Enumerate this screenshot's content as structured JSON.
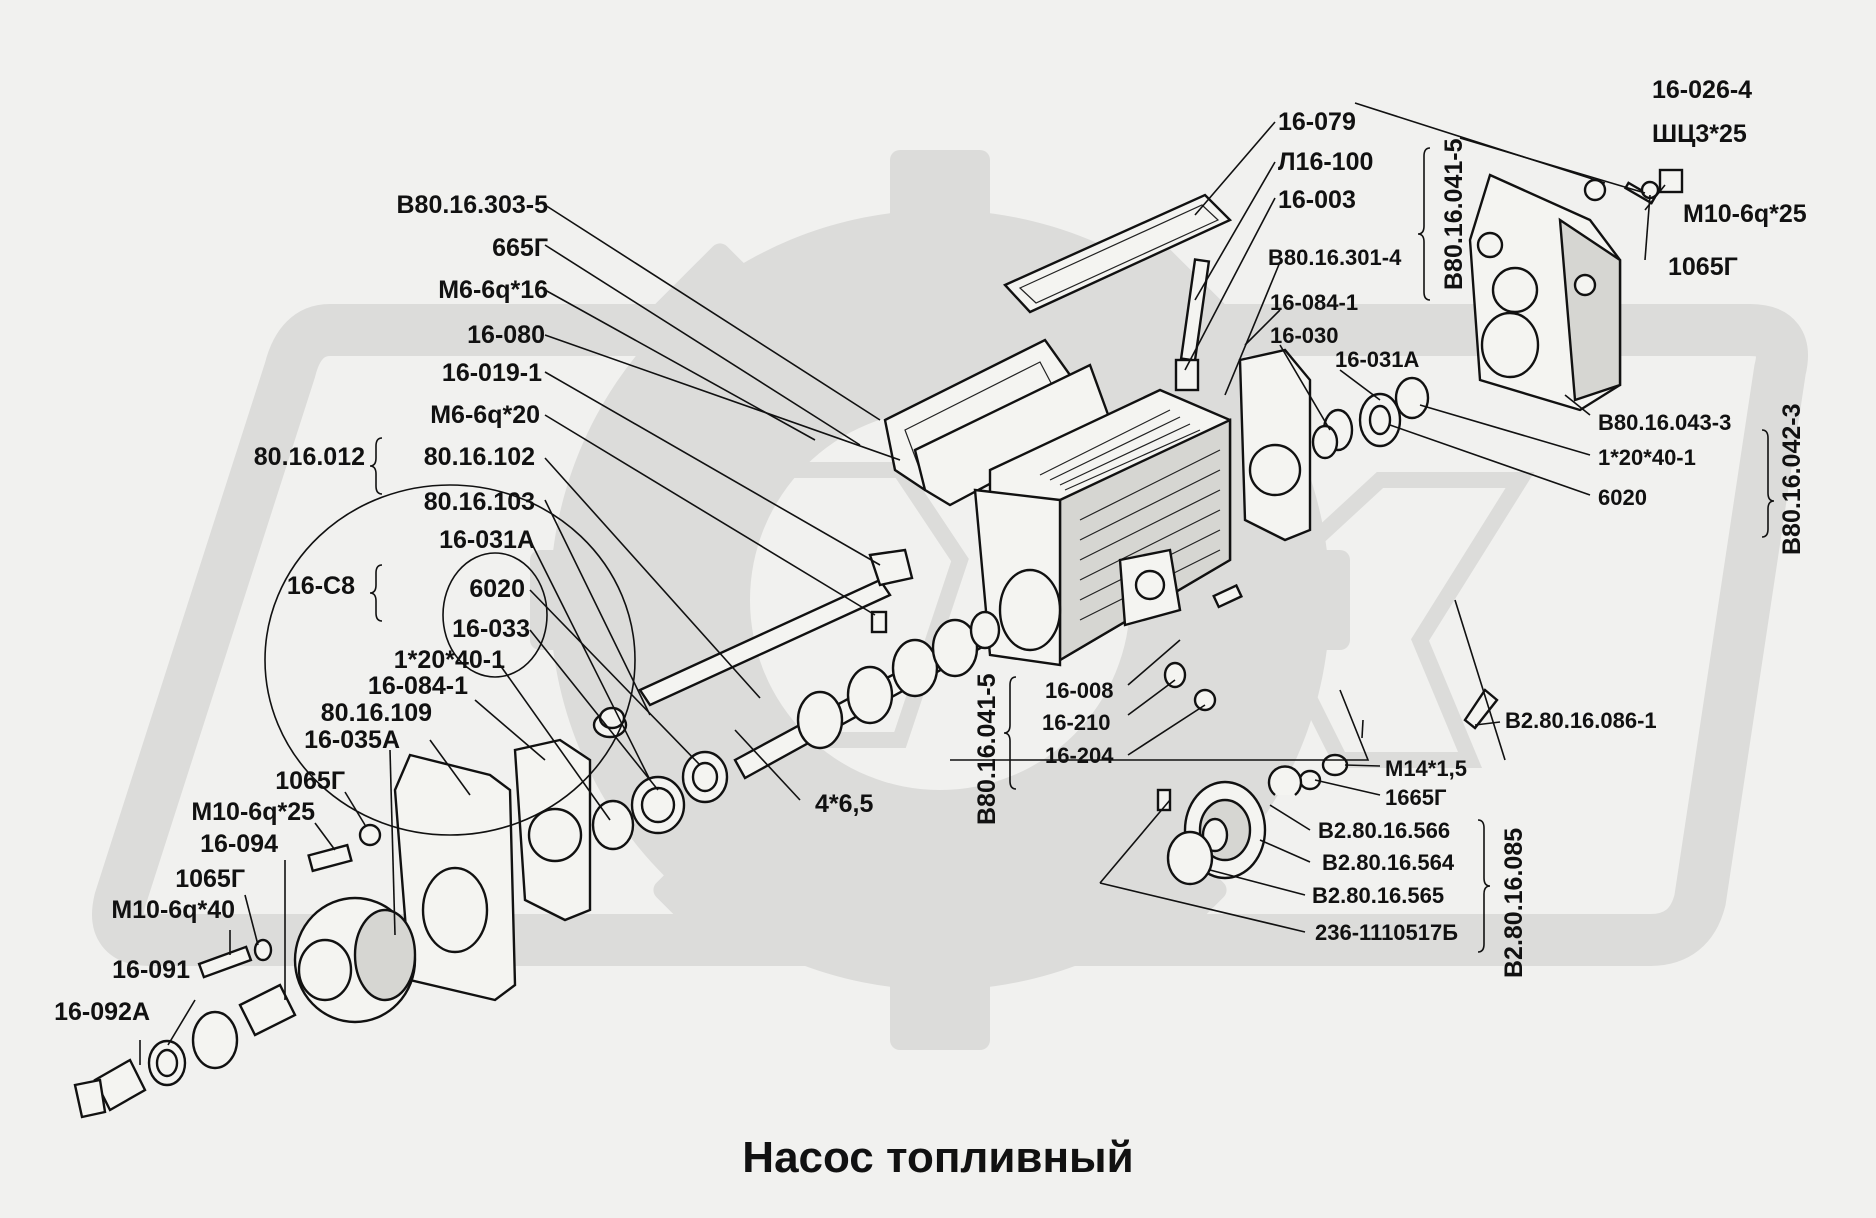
{
  "title": "Насос топливный",
  "labels": {
    "l01": "16-026-4",
    "l02": "ШЦ3*25",
    "l03": "М10-6q*25",
    "l04": "1065Г",
    "l05": "16-079",
    "l06": "Л16-100",
    "l07": "16-003",
    "l08": "В80.16.303-5",
    "l09": "665Г",
    "l10": "М6-6q*16",
    "l11": "16-080",
    "l12": "16-019-1",
    "l13": "М6-6q*20",
    "l14": "80.16.012",
    "l15": "80.16.102",
    "l16": "80.16.103",
    "l17": "16-031А",
    "l18": "16-С8",
    "l19": "6020",
    "l20": "16-033",
    "l21": "1*20*40-1",
    "l22": "16-084-1",
    "l23": "80.16.109",
    "l24": "16-035А",
    "l25": "1065Г",
    "l26": "М10-6q*25",
    "l27": "16-094",
    "l28": "1065Г",
    "l29": "М10-6q*40",
    "l30": "16-091",
    "l31": "16-092А",
    "l32": "В80.16.301-4",
    "l33": "16-084-1",
    "l34": "16-030",
    "l35": "16-031А",
    "l36": "В80.16.043-3",
    "l37": "1*20*40-1",
    "l38": "6020",
    "l39": "16-008",
    "l40": "16-210",
    "l41": "16-204",
    "l42": "4*6,5",
    "l43": "В2.80.16.086-1",
    "l44": "М14*1,5",
    "l45": "1665Г",
    "l46": "В2.80.16.566",
    "l47": "В2.80.16.564",
    "l48": "В2.80.16.565",
    "l49": "236-1110517Б"
  },
  "vertical_labels": {
    "v1": "В80.16.041-5",
    "v2": "В80.16.042-3",
    "v3": "В80.16.041-5",
    "v4": "В2.80.16.085"
  },
  "colors": {
    "background": "#f1f1ef",
    "watermark": "#dcdcda",
    "ink": "#111111"
  }
}
